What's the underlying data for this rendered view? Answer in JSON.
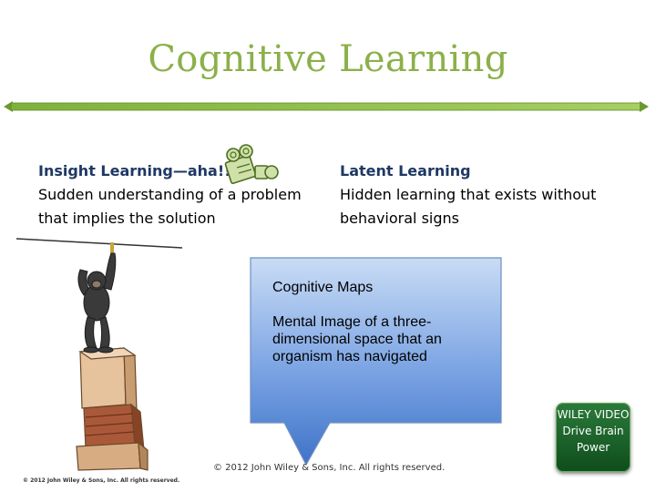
{
  "slide": {
    "title": "Cognitive Learning",
    "title_color": "#8cb04a"
  },
  "insight": {
    "heading": "Insight Learning—aha!!",
    "line1": "Sudden understanding of a problem",
    "line2": "that implies the solution",
    "icon": "video-camera-icon"
  },
  "latent": {
    "heading": "Latent Learning",
    "line1": "Hidden learning that exists without",
    "line2": "behavioral signs"
  },
  "callout": {
    "title": "Cognitive Maps",
    "body": "Mental Image of a three-dimensional space that an organism has navigated",
    "fill_color": "#4a7fd0"
  },
  "figure": {
    "caption": "© 2012 John Wiley & Sons, Inc. All rights reserved.",
    "icon": "chimp-on-boxes-illustration"
  },
  "footer": {
    "copyright": "© 2012 John Wiley & Sons, Inc. All rights reserved."
  },
  "video_button": {
    "line1": "WILEY VIDEO",
    "line2": "Drive Brain",
    "line3": "Power",
    "color": "#1f6b2e"
  }
}
